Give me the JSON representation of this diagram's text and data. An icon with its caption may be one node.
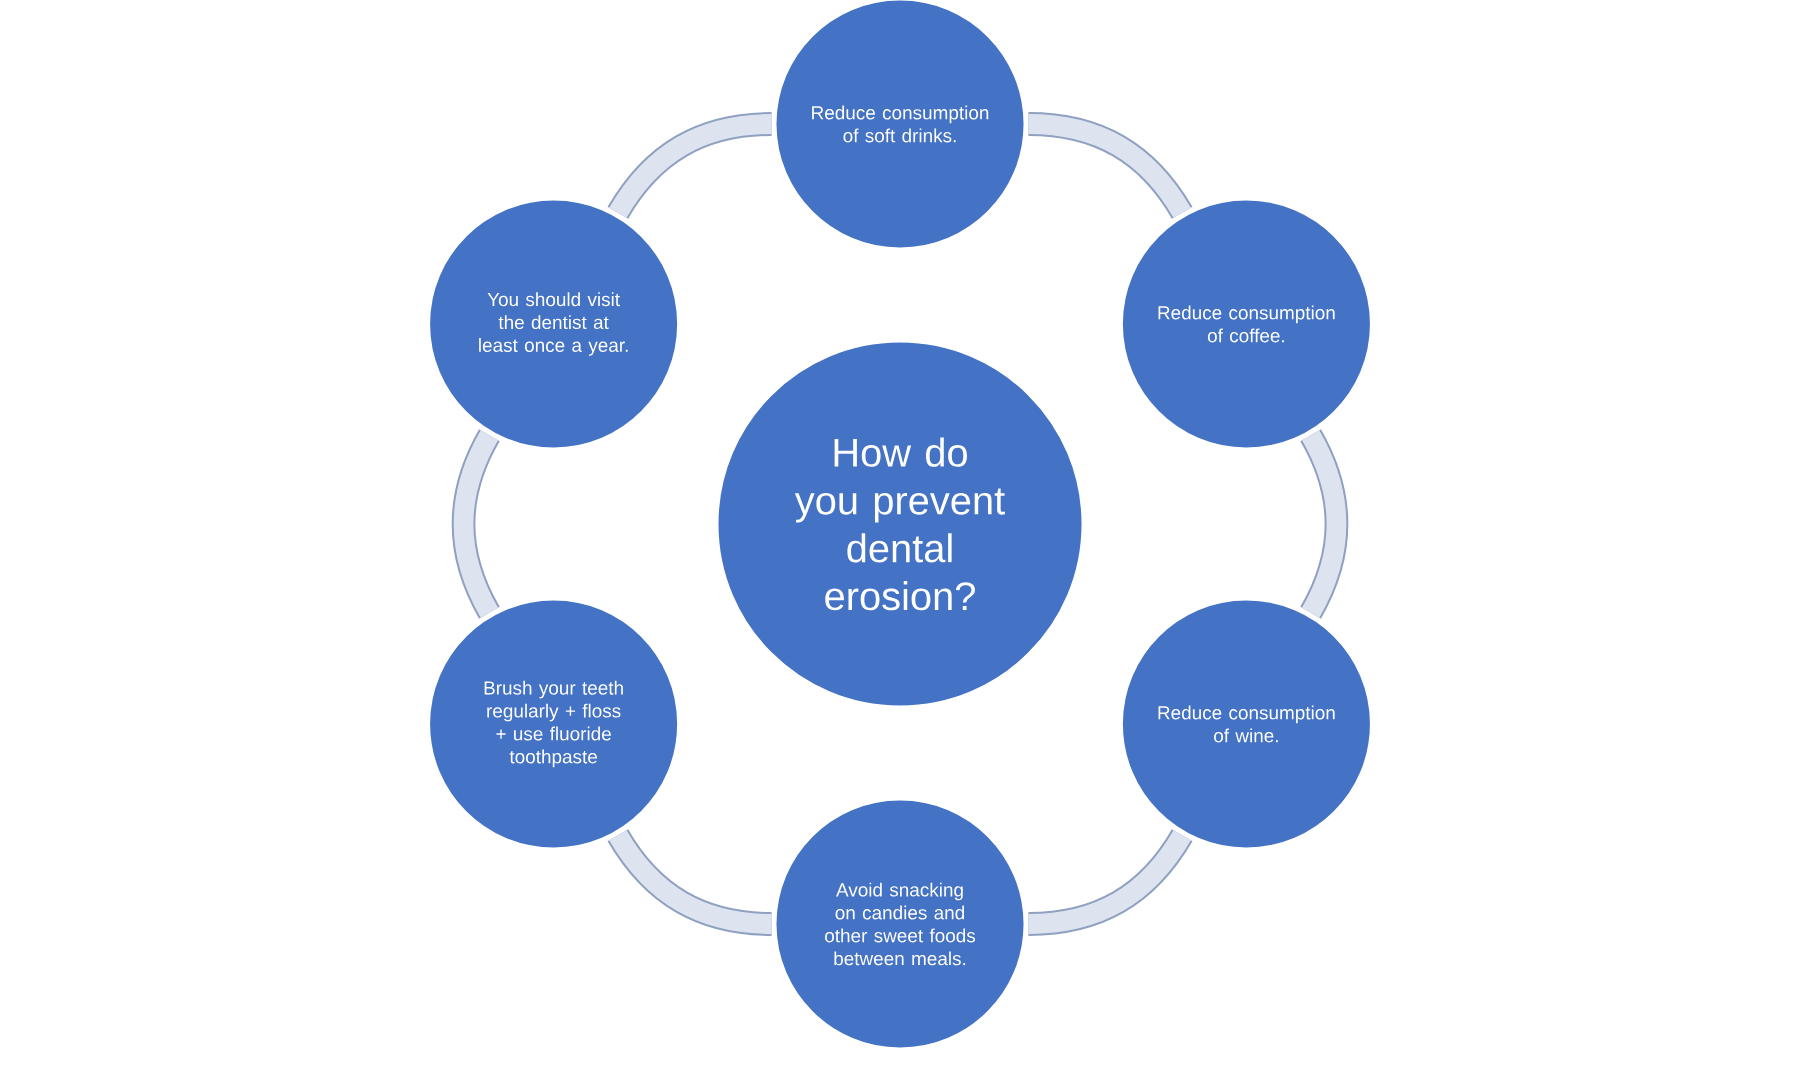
{
  "diagram": {
    "nodes": [
      {
        "text": [
          "How do you prevent dental erosion?"
        ]
      },
      {
        "text": [
          "Reduce consumption of soft drinks."
        ]
      },
      {
        "text": [
          "Reduce consumption of coffee."
        ]
      },
      {
        "text": [
          "Reduce consumption of wine."
        ]
      },
      {
        "text": [
          "Avoid snacking on candies and other sweet foods between meals."
        ]
      },
      {
        "text": [
          "Brush your teeth regularly + floss + use fluoride toothpaste"
        ]
      },
      {
        "text": [
          "You should visit the dentist at least once a year."
        ]
      }
    ],
    "edges": [
      {
        "from": 1,
        "to": 2,
        "arrow": "none"
      },
      {
        "from": 2,
        "to": 3,
        "arrow": "none"
      },
      {
        "from": 3,
        "to": 4,
        "arrow": "none"
      },
      {
        "from": 4,
        "to": 5,
        "arrow": "none"
      },
      {
        "from": 5,
        "to": 6,
        "arrow": "none"
      },
      {
        "from": 6,
        "to": 1,
        "arrow": "none"
      }
    ]
  }
}
